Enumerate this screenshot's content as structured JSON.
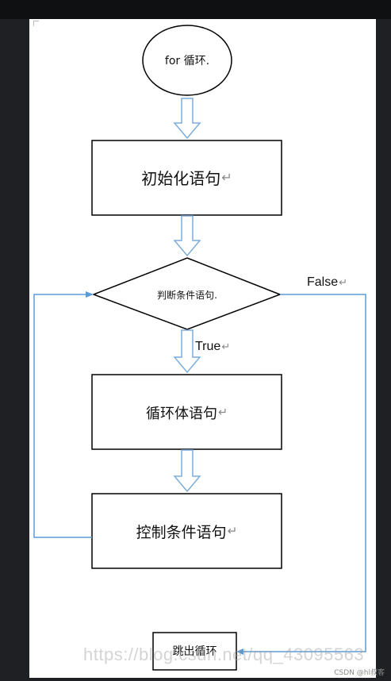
{
  "nodes": {
    "start": "for 循环.",
    "init": "初始化语句",
    "condition": "判断条件语句.",
    "body": "循环体语句",
    "control": "控制条件语句",
    "exit": "跳出循环"
  },
  "edges": {
    "true_label": "True",
    "false_label": "False"
  },
  "paragraph_mark": "↵",
  "watermark": "https://blog.csdn.net/qq_43095563",
  "credit": "CSDN @hl叔客",
  "colors": {
    "arrow_stroke": "#7aaedb",
    "line_blue": "#5b9bd5",
    "shape_stroke": "#000000",
    "background": "#ffffff"
  }
}
